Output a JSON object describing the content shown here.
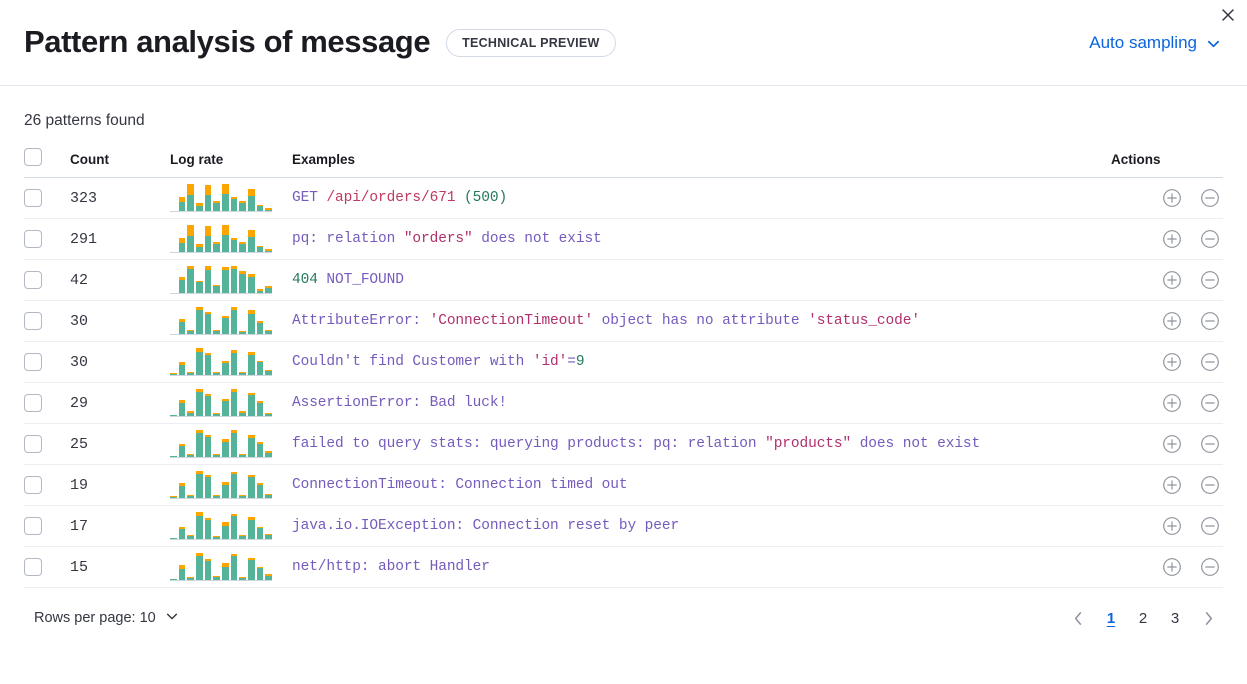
{
  "header": {
    "title": "Pattern analysis of message",
    "badge": "TECHNICAL PREVIEW",
    "sampling_label": "Auto sampling",
    "chevron_icon": "chevron-down-icon",
    "close_icon": "close-icon"
  },
  "summary": {
    "patterns_found": "26 patterns found"
  },
  "table": {
    "columns": {
      "select": "",
      "count": "Count",
      "log_rate": "Log rate",
      "examples": "Examples",
      "actions": "Actions"
    },
    "action_icons": {
      "filter_in": "circle-plus-icon",
      "filter_out": "circle-minus-icon"
    },
    "rows": [
      {
        "count": "323",
        "example_plain": "GET /api/orders/671 (500)",
        "example_tokens": [
          {
            "t": "GET ",
            "c": "base"
          },
          {
            "t": "/api/orders/671",
            "c": "path"
          },
          {
            "t": " ",
            "c": "base"
          },
          {
            "t": "(500)",
            "c": "num"
          }
        ],
        "sparkline": {
          "green": [
            0,
            9,
            16,
            5,
            15,
            8,
            16,
            12,
            8,
            14,
            5,
            1
          ],
          "orange": [
            0,
            5,
            11,
            3,
            10,
            2,
            10,
            2,
            2,
            7,
            1,
            2
          ]
        }
      },
      {
        "count": "291",
        "example_plain": "pq: relation \"orders\" does not exist",
        "example_tokens": [
          {
            "t": "pq: relation ",
            "c": "base"
          },
          {
            "t": "\"orders\"",
            "c": "str"
          },
          {
            "t": " does not exist",
            "c": "base"
          }
        ],
        "sparkline": {
          "green": [
            0,
            9,
            16,
            5,
            15,
            8,
            16,
            12,
            8,
            14,
            5,
            1
          ],
          "orange": [
            0,
            5,
            11,
            3,
            10,
            2,
            10,
            2,
            2,
            7,
            1,
            2
          ]
        }
      },
      {
        "count": "42",
        "example_plain": "404 NOT_FOUND",
        "example_tokens": [
          {
            "t": "404",
            "c": "num"
          },
          {
            "t": " NOT_FOUND",
            "c": "base"
          }
        ],
        "sparkline": {
          "green": [
            0,
            11,
            20,
            9,
            20,
            6,
            19,
            20,
            16,
            13,
            2,
            4
          ],
          "orange": [
            0,
            2,
            2,
            1,
            3,
            1,
            2,
            2,
            2,
            3,
            1,
            2
          ]
        }
      },
      {
        "count": "30",
        "example_plain": "AttributeError: 'ConnectionTimeout' object has no attribute 'status_code'",
        "example_tokens": [
          {
            "t": "AttributeError: ",
            "c": "base"
          },
          {
            "t": "'ConnectionTimeout'",
            "c": "str"
          },
          {
            "t": " object has no attribute ",
            "c": "base"
          },
          {
            "t": "'status_code'",
            "c": "str"
          }
        ],
        "sparkline": {
          "green": [
            0,
            11,
            3,
            22,
            18,
            3,
            14,
            22,
            2,
            18,
            10,
            3
          ],
          "orange": [
            0,
            2,
            1,
            3,
            2,
            1,
            2,
            3,
            1,
            3,
            2,
            1
          ]
        }
      },
      {
        "count": "30",
        "example_plain": "Couldn't find Customer with 'id'=9",
        "example_tokens": [
          {
            "t": "Couldn't find Customer with ",
            "c": "base"
          },
          {
            "t": "'id'",
            "c": "str"
          },
          {
            "t": "=",
            "c": "base"
          },
          {
            "t": "9",
            "c": "num"
          }
        ],
        "sparkline": {
          "green": [
            1,
            10,
            2,
            23,
            19,
            2,
            12,
            21,
            2,
            19,
            13,
            4
          ],
          "orange": [
            1,
            3,
            1,
            4,
            2,
            1,
            2,
            3,
            1,
            3,
            1,
            1
          ]
        }
      },
      {
        "count": "29",
        "example_plain": "AssertionError: Bad luck!",
        "example_tokens": [
          {
            "t": "AssertionError: Bad luck!",
            "c": "base"
          }
        ],
        "sparkline": {
          "green": [
            1,
            11,
            3,
            21,
            17,
            2,
            13,
            21,
            3,
            18,
            11,
            2
          ],
          "orange": [
            0,
            3,
            1,
            3,
            2,
            1,
            2,
            3,
            1,
            2,
            2,
            1
          ]
        }
      },
      {
        "count": "25",
        "example_plain": "failed to query stats: querying products: pq: relation \"products\" does not exist",
        "example_tokens": [
          {
            "t": "failed to query stats: querying products: pq: relation ",
            "c": "base"
          },
          {
            "t": "\"products\"",
            "c": "str"
          },
          {
            "t": " does not exist",
            "c": "base"
          }
        ],
        "sparkline": {
          "green": [
            1,
            10,
            2,
            22,
            18,
            2,
            13,
            22,
            2,
            17,
            12,
            4
          ],
          "orange": [
            0,
            2,
            1,
            3,
            2,
            1,
            3,
            3,
            1,
            3,
            1,
            1
          ]
        }
      },
      {
        "count": "19",
        "example_plain": "ConnectionTimeout: Connection timed out",
        "example_tokens": [
          {
            "t": "ConnectionTimeout: Connection timed out",
            "c": "base"
          }
        ],
        "sparkline": {
          "green": [
            1,
            11,
            2,
            22,
            19,
            2,
            12,
            21,
            2,
            19,
            12,
            3
          ],
          "orange": [
            1,
            2,
            1,
            3,
            2,
            1,
            2,
            2,
            1,
            2,
            1,
            1
          ]
        }
      },
      {
        "count": "17",
        "example_plain": "java.io.IOException: Connection reset by peer",
        "example_tokens": [
          {
            "t": "java.io.IOException: Connection reset by peer",
            "c": "base"
          }
        ],
        "sparkline": {
          "green": [
            1,
            10,
            3,
            23,
            18,
            2,
            13,
            22,
            3,
            18,
            11,
            4
          ],
          "orange": [
            0,
            2,
            1,
            4,
            2,
            1,
            3,
            2,
            1,
            3,
            1,
            1
          ]
        }
      },
      {
        "count": "15",
        "example_plain": "net/http: abort Handler",
        "example_tokens": [
          {
            "t": "net/http: abort Handler",
            "c": "base"
          }
        ],
        "sparkline": {
          "green": [
            1,
            10,
            2,
            22,
            17,
            3,
            12,
            21,
            2,
            18,
            11,
            4
          ],
          "orange": [
            0,
            3,
            1,
            3,
            2,
            1,
            3,
            2,
            1,
            2,
            1,
            1
          ]
        }
      }
    ]
  },
  "footer": {
    "rows_per_page_label": "Rows per page: 10",
    "rows_chevron_icon": "chevron-down-icon",
    "prev_icon": "chevron-left-icon",
    "next_icon": "chevron-right-icon",
    "pages": [
      "1",
      "2",
      "3"
    ],
    "active_page": "1"
  },
  "colors": {
    "accent_blue": "#0b64dd",
    "spark_green": "#54b399",
    "spark_orange": "#fca500",
    "token_purple": "#765bbd",
    "token_red": "#b0306d",
    "token_green": "#257a5a"
  }
}
